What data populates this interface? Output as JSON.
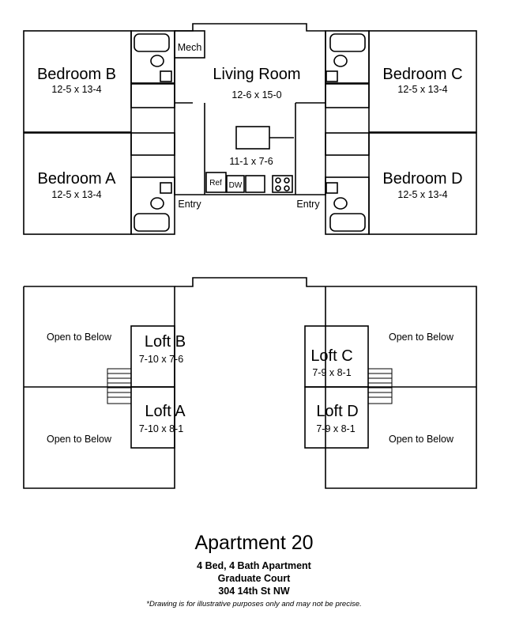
{
  "rooms": {
    "mech": "Mech",
    "living_room": {
      "name": "Living Room",
      "dims": "12-6 x 15-0"
    },
    "kitchen_dims": "11-1 x 7-6",
    "refrigerator": "Ref",
    "dishwasher": "DW",
    "entry_left": "Entry",
    "entry_right": "Entry",
    "bedroom_b": {
      "name": "Bedroom B",
      "dims": "12-5 x 13-4"
    },
    "bedroom_a": {
      "name": "Bedroom A",
      "dims": "12-5 x 13-4"
    },
    "bedroom_c": {
      "name": "Bedroom C",
      "dims": "12-5 x 13-4"
    },
    "bedroom_d": {
      "name": "Bedroom D",
      "dims": "12-5 x 13-4"
    }
  },
  "upper_level": {
    "open_top_left": "Open to Below",
    "open_bottom_left": "Open to Below",
    "open_top_right": "Open to Below",
    "open_bottom_right": "Open to Below",
    "loft_b": {
      "name": "Loft B",
      "dims": "7-10 x 7-6"
    },
    "loft_a": {
      "name": "Loft A",
      "dims": "7-10 x 8-1"
    },
    "loft_c": {
      "name": "Loft C",
      "dims": "7-9 x 8-1"
    },
    "loft_d": {
      "name": "Loft D",
      "dims": "7-9 x 8-1"
    }
  },
  "footer": {
    "title": "Apartment 20",
    "line1": "4 Bed, 4 Bath Apartment",
    "line2": "Graduate Court",
    "line3": "304 14th St NW",
    "disclaimer": "*Drawing is for illustrative purposes only and may not be precise."
  }
}
